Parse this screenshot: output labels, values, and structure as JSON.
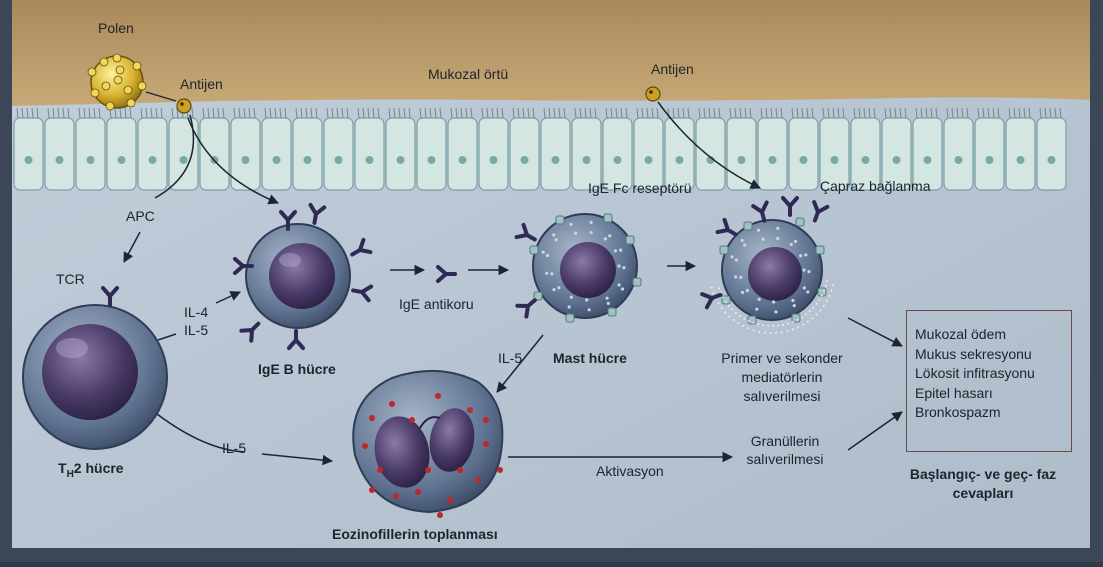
{
  "labels": {
    "polen": "Polen",
    "antijen_left": "Antijen",
    "mukozal_ortu": "Mukozal örtü",
    "antijen_right": "Antijen",
    "ige_fc_reseptoru": "IgE Fc reseptörü",
    "capraz_baglanma": "Çapraz bağlanma",
    "apc": "APC",
    "tcr": "TCR",
    "il4": "IL-4",
    "il5_upper": "IL-5",
    "ige_antikoru": "IgE antikoru",
    "ige_b_hucre": "IgE B hücre",
    "il5_mid": "IL-5",
    "mast_hucre": "Mast hücre",
    "primer_line1": "Primer ve sekonder",
    "primer_line2": "mediatörlerin",
    "primer_line3": "salıverilmesi",
    "th2_main": "T",
    "th2_sub": "H",
    "th2_rest": "2 hücre",
    "il5_lower": "IL-5",
    "aktivasyon": "Aktivasyon",
    "granul_line1": "Granüllerin",
    "granul_line2": "salıverilmesi",
    "eozinofil": "Eozinofillerin toplanması",
    "phase_line1": "Başlangıç- ve geç- faz",
    "phase_line2": "cevapları"
  },
  "outcomes": [
    "Mukozal ödem",
    "Mukus sekresyonu",
    "Lökosit infitrasyonu",
    "Epitel hasarı",
    "Bronkospazm"
  ],
  "colors": {
    "page": "#b9c6d2",
    "mucus": "#b89866",
    "epithelium": "#cfe4e0",
    "cell_body": "#5e7190",
    "nucleus": "#3c2e52",
    "antibody": "#2e2a55",
    "granule": "#c0262a",
    "antigen": "#c8a022"
  }
}
